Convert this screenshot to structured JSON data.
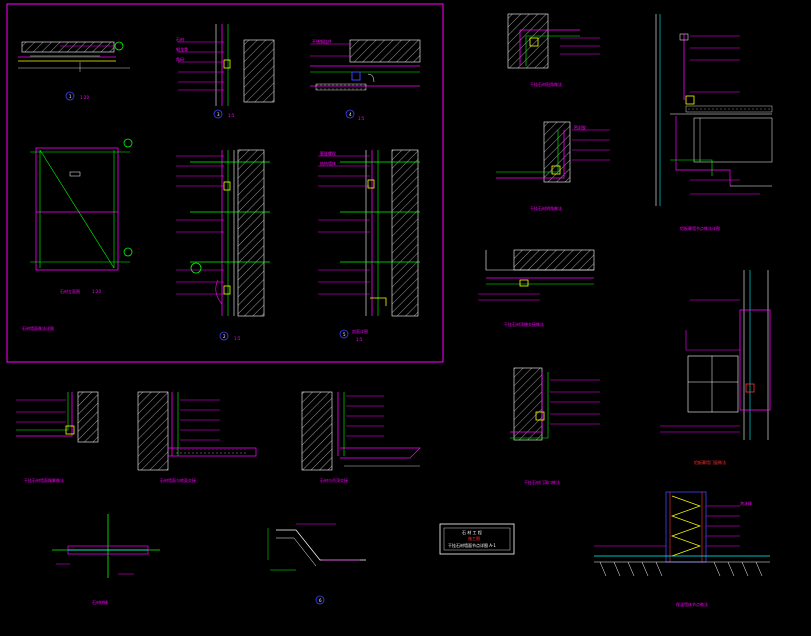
{
  "colors": {
    "background": "#000000",
    "border": "#ff00ff",
    "line": "#ffffff",
    "green": "#00ff00",
    "yellow": "#ffff00",
    "cyan": "#00ffff",
    "red": "#ff3030",
    "blue": "#4040ff"
  },
  "details": {
    "d1": {
      "num": "1",
      "scale": "1:20"
    },
    "d3": {
      "num": "3",
      "scale": "1:5"
    },
    "d4": {
      "num": "4",
      "scale": "1:5"
    },
    "elev": {
      "title": "石材立面图",
      "scale": "1:20"
    },
    "d2": {
      "num": "2",
      "scale": "1:5"
    },
    "d5": {
      "num": "5",
      "title": "剖面详图",
      "scale": "1:5"
    },
    "sheet_note": "石材墙面做法详图",
    "dr1": "干挂石材阳角做法",
    "dr2": "干挂石材阴角做法",
    "dr3": "干挂石材顶棚交接做法",
    "dr4": "铝板幕墙节点做法详图",
    "br1": "干挂石材墙面踢脚做法",
    "br2": "石材墙面与地面交接",
    "br3": "石材与吊顶交接",
    "br4": "干挂石材门洞口做法",
    "br5": "铝板幕墙门窗做法",
    "bot1": "石材拼缝",
    "bot2": "6",
    "bot3": "保温墙体节点做法"
  },
  "title_block": {
    "line1": "石 材 工 程",
    "line2": "施工图",
    "line3": "干挂石材墙面节点详图 A-1"
  },
  "labels": {
    "a": "石材",
    "b": "钢龙骨",
    "c": "角码",
    "d": "不锈钢挂件",
    "e": "膨胀螺栓",
    "f": "结构墙体",
    "g": "密封胶",
    "h": "泡沫棒"
  }
}
